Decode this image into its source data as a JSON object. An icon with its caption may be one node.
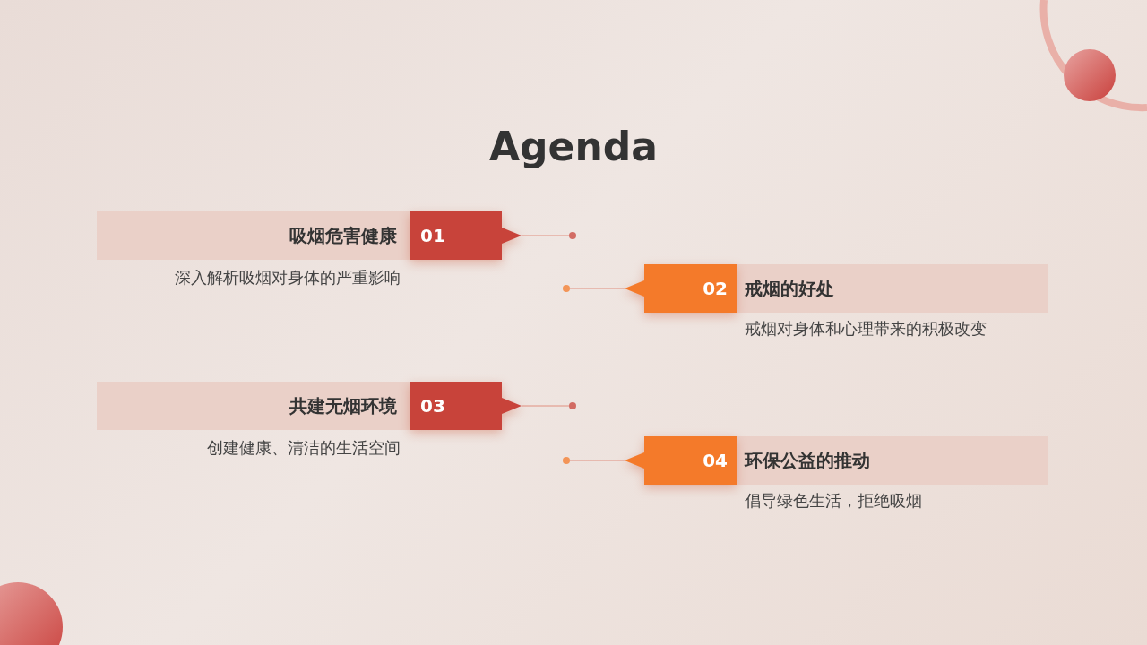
{
  "diagram": {
    "title": "Agenda",
    "nodes": [
      {
        "text": [
          "吸烟危害健康"
        ],
        "beside": [
          "深入解析吸烟对身体的严重影响"
        ]
      },
      {
        "text": [
          "01"
        ]
      },
      {
        "text": [],
        "shape": "circle"
      },
      {
        "text": [
          "戒烟的好处"
        ],
        "beside": [
          "戒烟对身体和心理带来的积极改变"
        ]
      },
      {
        "text": [
          "02"
        ]
      },
      {
        "text": [],
        "shape": "circle"
      },
      {
        "text": [
          "共建无烟环境"
        ],
        "beside": [
          "创建健康、清洁的生活空间"
        ]
      },
      {
        "text": [
          "03"
        ]
      },
      {
        "text": [],
        "shape": "circle"
      },
      {
        "text": [
          "环保公益的推动"
        ],
        "beside": [
          "倡导绿色生活，拒绝吸烟"
        ]
      },
      {
        "text": [
          "04"
        ]
      },
      {
        "text": [],
        "shape": "circle"
      }
    ],
    "edges": [
      {
        "from": 1,
        "to": 2,
        "arrow": "none"
      },
      {
        "from": 4,
        "to": 5,
        "arrow": "none"
      },
      {
        "from": 7,
        "to": 8,
        "arrow": "none"
      },
      {
        "from": 10,
        "to": 11,
        "arrow": "none"
      }
    ]
  }
}
